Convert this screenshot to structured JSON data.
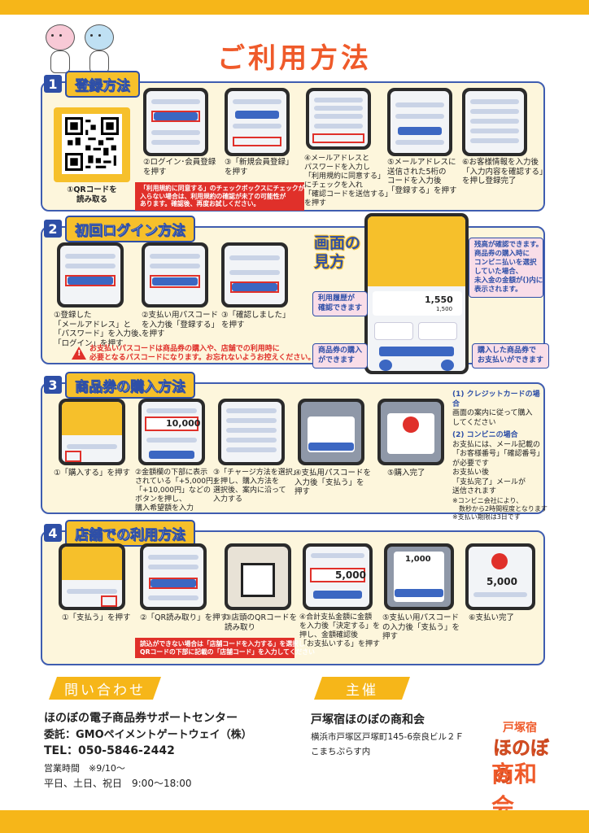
{
  "title": "ご利用方法",
  "colors": {
    "accent": "#ef5a2a",
    "brand_yellow": "#f6b619",
    "navy": "#2e4fa7",
    "alert_red": "#e0302a"
  },
  "section1": {
    "num": "1",
    "title": "登録方法",
    "qr_caption": "①QRコードを\n読み取る",
    "steps": [
      "②ログイン･会員登録\nを押す",
      "③「新規会員登録」\nを押す",
      "④メールアドレスと\nパスワードを入力し\n「利用規約に同意する」\nにチェックを入れ\n「確認コードを送信する」\nを押す",
      "⑤メールアドレスに\n送信された5桁の\nコードを入力後\n「登録する」を押す",
      "⑥お客様情報を入力後\n「入力内容を確認する」\nを押し登録完了"
    ],
    "note": "「利用規約に同意する」のチェックボックスにチェックが\n入らない場合は、利用規約の確認が未了の可能性が\nあります。確認後、再度お試しください。"
  },
  "section2": {
    "num": "2",
    "title": "初回ログイン方法",
    "steps": [
      "①登録した\n「メールアドレス」と\n「パスワード」を入力後、\n「ログイン」を押す",
      "②支払い用パスコード\nを入力後「登録する」\nを押す",
      "③「確認しました」\nを押す"
    ],
    "warning": "お支払いパスコードは商品券の購入や、店舗での利用時に\n必要となるパスコードになります。お忘れないようお控えください。"
  },
  "screen_view": {
    "label": "画面の\n見方",
    "callouts": {
      "balance": "残高が確認できます。\n商品券の購入時に\nコンビニ払いを選択\nしていた場合、\n未入金の金額が()内に\n表示されます。",
      "history": "利用履歴が\n確認できます",
      "buy": "商品券の購入\nができます",
      "pay": "購入した商品券で\nお支払いができます"
    },
    "phone_values": {
      "balance": "1,550",
      "sub": "1,500"
    }
  },
  "section3": {
    "num": "3",
    "title": "商品券の購入方法",
    "steps": [
      "①「購入する」を押す",
      "②金額欄の下部に表示\nされている「+5,000円」\n「+10,000円」などの\nボタンを押し、\n購入希望額を入力",
      "③「チャージ方法を選択」\nを押し、購入方法を\n選択後、案内に沿って\n入力する",
      "④支払用パスコードを\n入力後「支払う」を\n押す",
      "⑤購入完了"
    ],
    "phone_amount": "10,000",
    "notes": {
      "credit_title": "(1) クレジットカードの場合",
      "credit_body": "画面の案内に従って購入\nしてください",
      "conv_title": "(2) コンビニの場合",
      "conv_body1": "お支払には、メール記載の\n「お客様番号」「確認番号」\nが必要です",
      "conv_body2": "お支払い後\n「支払完了」メールが\n送信されます",
      "conv_extra1": "※コンビニ会社により、\n　数秒から2時間程度となります",
      "conv_extra2": "※支払い期限は3日です"
    }
  },
  "section4": {
    "num": "4",
    "title": "店舗での利用方法",
    "steps": [
      "①「支払う」を押す",
      "②「QR読み取り」を押す",
      "③店頭のQRコードを\n読み取り",
      "④合計支払金額に金額\nを入力後「決定する」を\n押し、金額確認後\n「お支払いする」を押す",
      "⑤支払い用パスコード\nの入力後「支払う」を\n押す",
      "⑥支払い完了"
    ],
    "phone_amounts": [
      "5,000",
      "1,000",
      "5,000"
    ],
    "note": "読込ができない場合は「店舗コードを入力する」を選択し\nQRコードの下部に記載の「店舗コード」を入力してください"
  },
  "contact": {
    "heading": "問い合わせ",
    "name": "ほのぼの電子商品券サポートセンター",
    "consign": "委託：GMOペイメントゲートウェイ（株）",
    "tel": "TEL：050-5846-2442",
    "hours_label": "営業時間　※9/10〜",
    "hours": "平日、土日、祝日　9:00〜18:00"
  },
  "host": {
    "heading": "主催",
    "name": "戸塚宿ほのぼの商和会",
    "address": "横浜市戸塚区戸塚町145-6奈良ビル２Ｆ",
    "address2": "こまちぷらす内"
  },
  "logo": {
    "l1": "戸塚宿",
    "l2": "ほのぼの",
    "l3": "商和会"
  }
}
